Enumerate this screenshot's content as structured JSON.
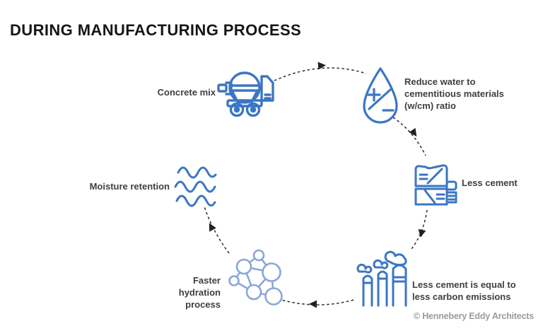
{
  "title": "DURING MANUFACTURING PROCESS",
  "credit": "© Hennebery Eddy Architects",
  "colors": {
    "icon_blue": "#3b76c4",
    "icon_light_blue": "#8aa6d8",
    "arrow_black": "#222222",
    "label_gray": "#3f3f42",
    "credit_gray": "#9c9c9e",
    "background": "#ffffff"
  },
  "cycle": {
    "direction": "clockwise",
    "nodes": [
      {
        "id": "concrete-mix",
        "label": "Concrete mix",
        "icon": "concrete-mixer-icon",
        "label_side": "left"
      },
      {
        "id": "reduce-water",
        "label": "Reduce water to cementitious materials (w/cm) ratio",
        "icon": "water-drop-plus-minus-icon",
        "label_side": "right"
      },
      {
        "id": "less-cement",
        "label": "Less cement",
        "icon": "cement-bag-icon",
        "label_side": "right"
      },
      {
        "id": "less-carbon",
        "label": "Less cement is equal to less carbon emissions",
        "icon": "factory-emissions-icon",
        "label_side": "right"
      },
      {
        "id": "faster-hydration",
        "label": "Faster hydration process",
        "icon": "hydration-molecule-icon",
        "label_side": "left"
      },
      {
        "id": "moisture-retention",
        "label": "Moisture retention",
        "icon": "water-waves-icon",
        "label_side": "left"
      }
    ]
  }
}
